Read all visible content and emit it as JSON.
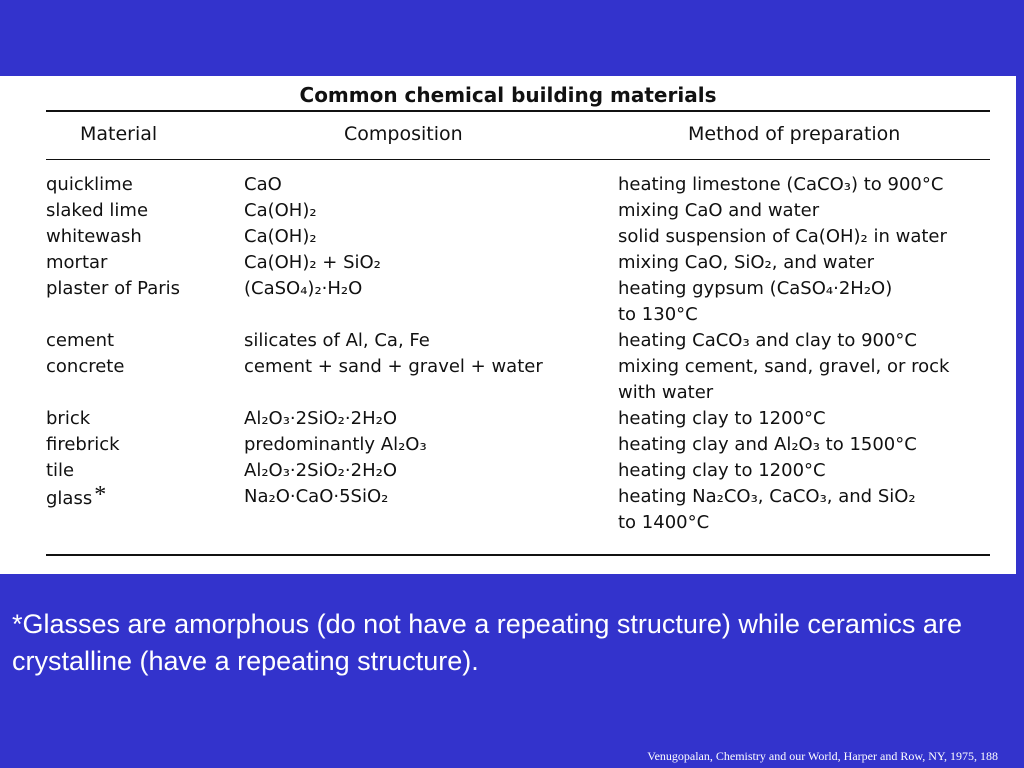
{
  "table": {
    "title": "Common chemical building materials",
    "headers": {
      "material": "Material",
      "composition": "Composition",
      "method": "Method of preparation"
    },
    "rows": [
      {
        "material": "quicklime",
        "composition": "CaO",
        "method": "heating limestone (CaCO₃) to 900°C"
      },
      {
        "material": "slaked lime",
        "composition": "Ca(OH)₂",
        "method": "mixing CaO and water"
      },
      {
        "material": "whitewash",
        "composition": "Ca(OH)₂",
        "method": "solid suspension of Ca(OH)₂ in water"
      },
      {
        "material": "mortar",
        "composition": "Ca(OH)₂ + SiO₂",
        "method": "mixing CaO, SiO₂, and water"
      },
      {
        "material": "plaster of Paris",
        "composition": "(CaSO₄)₂·H₂O",
        "method": "heating gypsum (CaSO₄·2H₂O)",
        "method2": "to 130°C"
      },
      {
        "material": "cement",
        "composition": "silicates of Al, Ca, Fe",
        "method": "heating CaCO₃ and clay to 900°C"
      },
      {
        "material": "concrete",
        "composition": "cement + sand + gravel + water",
        "method": "mixing cement, sand, gravel, or rock",
        "method2": "with water"
      },
      {
        "material": "brick",
        "composition": "Al₂O₃·2SiO₂·2H₂O",
        "method": "heating clay to 1200°C"
      },
      {
        "material": "firebrick",
        "composition": "predominantly Al₂O₃",
        "method": "heating clay and Al₂O₃ to 1500°C"
      },
      {
        "material": "tile",
        "composition": "Al₂O₃·2SiO₂·2H₂O",
        "method": "heating clay to 1200°C"
      },
      {
        "material": "glass",
        "composition": "Na₂O·CaO·5SiO₂",
        "method": "heating Na₂CO₃, CaCO₃, and SiO₂",
        "method2": "to 1400°C"
      }
    ],
    "glass_marker": "*"
  },
  "footnote": "*Glasses are amorphous (do not have a repeating structure) while ceramics are crystalline (have a repeating structure).",
  "citation": "Venugopalan, Chemistry and our World,  Harper and Row, NY, 1975, 188"
}
